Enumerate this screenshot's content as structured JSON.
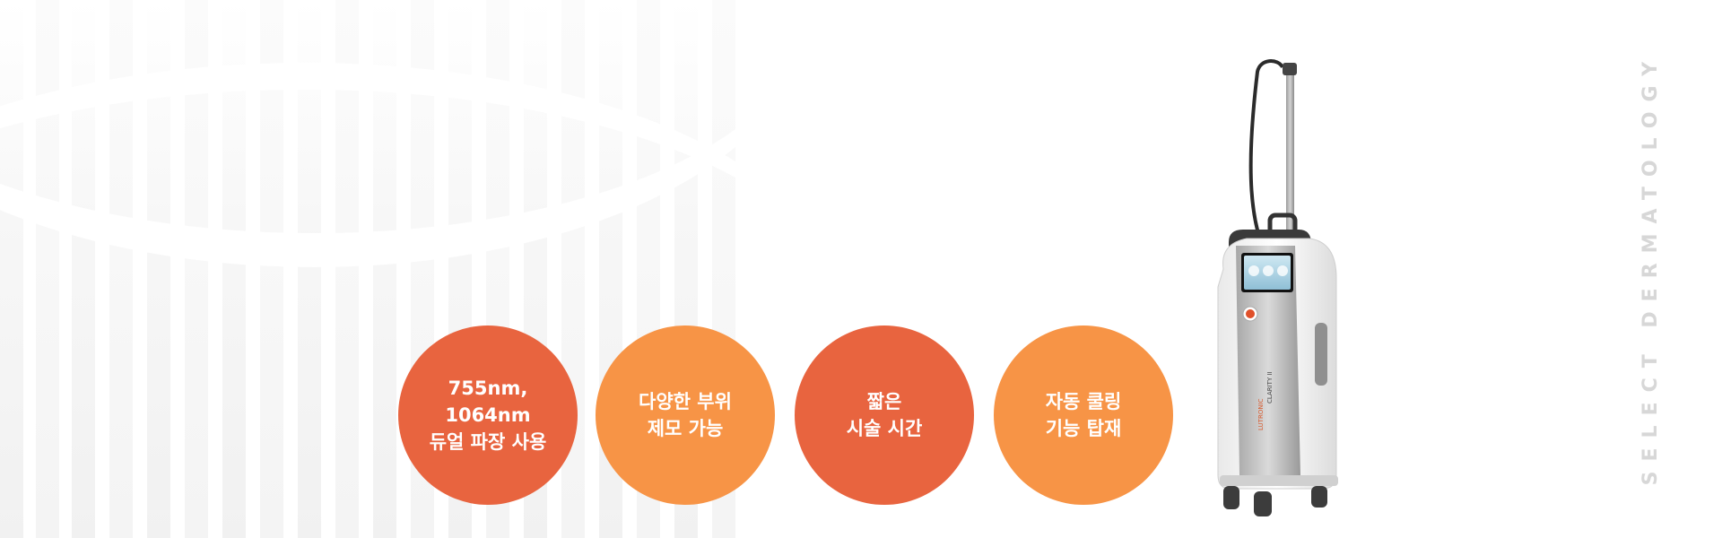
{
  "features": [
    {
      "text": "755nm,\n1064nm\n듀얼 파장 사용",
      "color": "#e8643f"
    },
    {
      "text": "다양한 부위\n제모 가능",
      "color": "#f79446"
    },
    {
      "text": "짧은\n시술 시간",
      "color": "#e8643f"
    },
    {
      "text": "자동 쿨링\n기능 탑재",
      "color": "#f79446"
    }
  ],
  "device": {
    "brand_text": "LUTRONIC",
    "model_text": "CLARITY II",
    "icon": "laser-device-illustration"
  },
  "side_label": "SELECT DERMATOLOGY"
}
